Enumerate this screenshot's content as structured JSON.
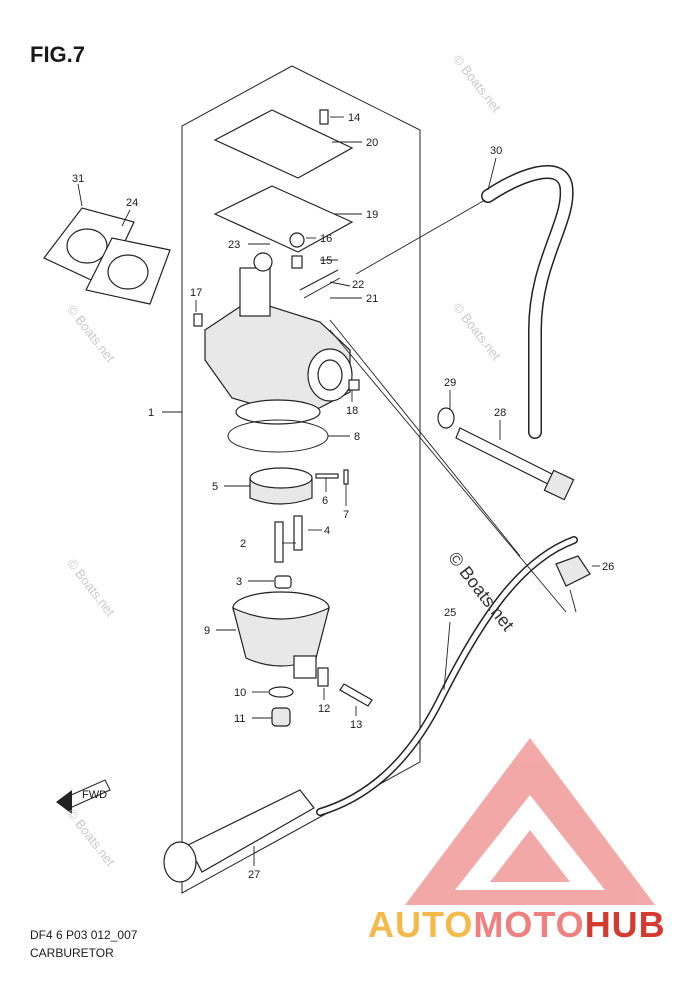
{
  "figure": {
    "title": "FIG.7",
    "code": "DF4 6 P03 012_007",
    "name": "CARBURETOR"
  },
  "watermarks": {
    "main": "© Boats.net",
    "faint": "© Boats.net"
  },
  "brand": {
    "part1": "AUTO",
    "part2": "MOTO",
    "part3": "HUB",
    "colors": {
      "auto": "#f5b94a",
      "moto": "#f08080",
      "hub": "#d63a2f",
      "logo": "#f29a9a"
    }
  },
  "callouts": {
    "c1": "1",
    "c2": "2",
    "c3": "3",
    "c4": "4",
    "c5": "5",
    "c6": "6",
    "c7": "7",
    "c8": "8",
    "c9": "9",
    "c10": "10",
    "c11": "11",
    "c12": "12",
    "c13": "13",
    "c14": "14",
    "c15": "15",
    "c16": "16",
    "c17": "17",
    "c18": "18",
    "c19": "19",
    "c20": "20",
    "c21": "21",
    "c22": "22",
    "c23": "23",
    "c24": "24",
    "c25": "25",
    "c26": "26",
    "c27": "27",
    "c28": "28",
    "c29": "29",
    "c30": "30",
    "c31": "31"
  },
  "fwd_label": "FWD"
}
